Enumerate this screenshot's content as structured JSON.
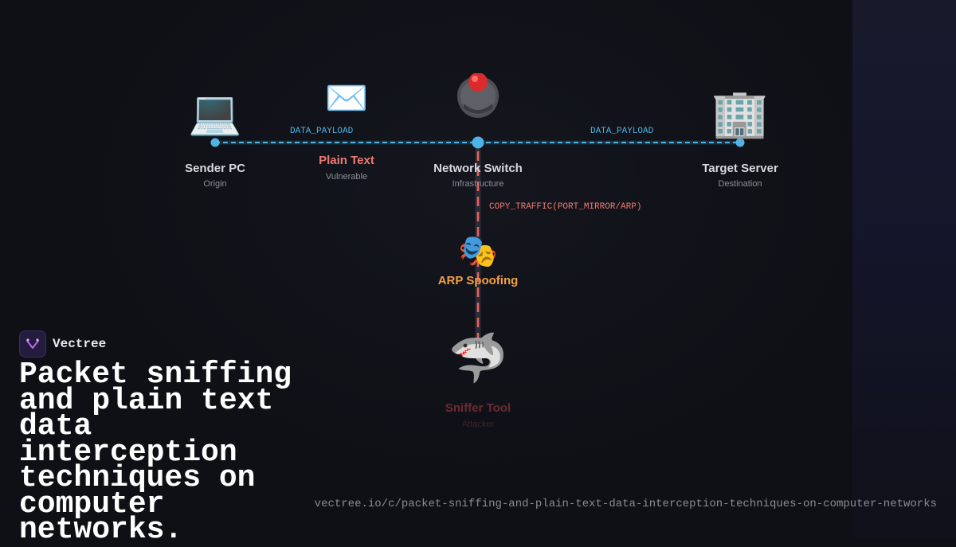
{
  "nodes": {
    "sender": {
      "title": "Sender PC",
      "subtitle": "Origin",
      "icon": "laptop-icon"
    },
    "plaintext": {
      "title": "Plain Text",
      "subtitle": "Vulnerable",
      "icon": "envelope-icon"
    },
    "switch": {
      "title": "Network Switch",
      "subtitle": "Infrastructure",
      "icon": "router-icon"
    },
    "target": {
      "title": "Target Server",
      "subtitle": "Destination",
      "icon": "office-building-icon"
    },
    "arp": {
      "title": "ARP Spoofing",
      "icon": "theater-masks-icon"
    },
    "sniffer": {
      "title": "Sniffer Tool",
      "subtitle": "Attacker",
      "icon": "shark-icon"
    }
  },
  "edges": {
    "left_payload": "DATA_PAYLOAD",
    "right_payload": "DATA_PAYLOAD",
    "copy_traffic": "COPY_TRAFFIC(PORT_MIRROR/ARP)"
  },
  "brand": {
    "name": "Vectree"
  },
  "headline": "Packet sniffing and plain text data interception techniques on computer networks.",
  "url": "vectree.io/c/packet-sniffing-and-plain-text-data-interception-techniques-on-computer-networks",
  "colors": {
    "background": "#0f1016",
    "link_line": "#4fb3e6",
    "attack_line": "#e8625f",
    "plain_text_label": "#f07a70",
    "arp_label": "#f2a043",
    "sniffer_label": "#6b2c30"
  }
}
